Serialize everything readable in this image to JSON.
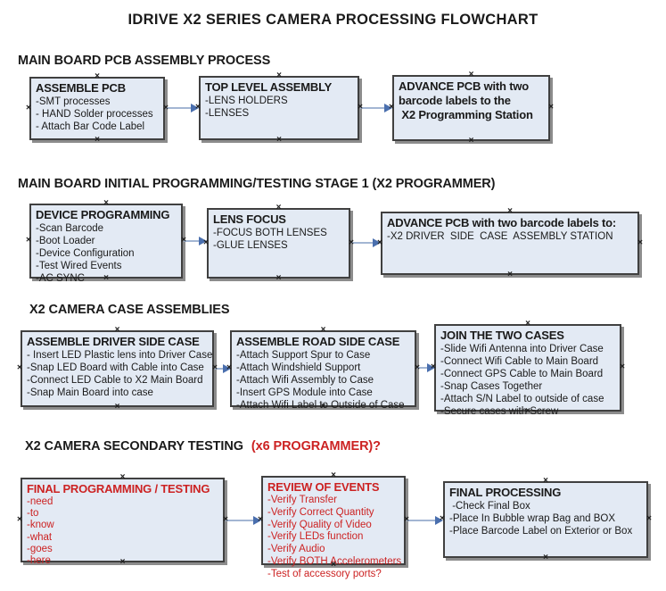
{
  "title": "IDRIVE X2  SERIES CAMERA PROCESSING FLOWCHART",
  "handle_glyph": "×",
  "colors": {
    "box_fill": "#e3eaf4",
    "box_border": "#404040",
    "box_shadow": "#8c8c8c",
    "arrow_line": "#a3b6d3",
    "arrow_head": "#4a6fae",
    "red_text": "#cc2222",
    "text": "#1a1a1a"
  },
  "sections": [
    {
      "heading": "MAIN BOARD PCB ASSEMBLY PROCESS",
      "boxes": [
        {
          "title": "ASSEMBLE PCB",
          "items": [
            "-SMT processes",
            "- HAND Solder processes",
            "- Attach Bar Code Label"
          ]
        },
        {
          "title": "TOP LEVEL ASSEMBLY",
          "items": [
            "-LENS HOLDERS",
            "-LENSES"
          ]
        },
        {
          "title": "ADVANCE PCB with two\nbarcode labels to the\n X2 Programming Station",
          "items": []
        }
      ]
    },
    {
      "heading": "MAIN BOARD INITIAL PROGRAMMING/TESTING STAGE 1 (X2 PROGRAMMER)",
      "boxes": [
        {
          "title": "DEVICE PROGRAMMING",
          "items": [
            "-Scan Barcode",
            "-Boot Loader",
            "-Device Configuration",
            "-Test Wired Events",
            "-AC SYNC"
          ]
        },
        {
          "title": "LENS FOCUS",
          "items": [
            "-FOCUS BOTH LENSES",
            "-GLUE LENSES"
          ]
        },
        {
          "title": "ADVANCE PCB with two barcode labels to:",
          "items": [
            "-X2 DRIVER  SIDE  CASE  ASSEMBLY STATION"
          ]
        }
      ]
    },
    {
      "heading": "X2 CAMERA CASE ASSEMBLIES",
      "boxes": [
        {
          "title": "ASSEMBLE DRIVER SIDE CASE",
          "items": [
            "- Insert LED Plastic lens into Driver Case",
            "-Snap LED Board with Cable into Case",
            "-Connect LED Cable to X2 Main Board",
            "-Snap Main Board into case"
          ]
        },
        {
          "title": "ASSEMBLE ROAD SIDE CASE",
          "items": [
            "-Attach Support Spur to Case",
            "-Attach Windshield Support",
            "-Attach Wifi Assembly to Case",
            "-Insert GPS Module into Case",
            "-Attach Wifi Label to Outside of Case"
          ]
        },
        {
          "title": "JOIN THE TWO CASES",
          "items": [
            "-Slide Wifi Antenna into Driver Case",
            "-Connect Wifi Cable to Main Board",
            "-Connect GPS Cable to Main Board",
            "-Snap Cases Together",
            "-Attach S/N Label to outside of case",
            "-Secure cases with Screw"
          ]
        }
      ]
    },
    {
      "heading": "X2 CAMERA SECONDARY TESTING",
      "heading_red": "(x6 PROGRAMMER)?",
      "boxes": [
        {
          "title": "FINAL PROGRAMMING / TESTING",
          "items": [
            "-need",
            "-to",
            "-know",
            "-what",
            "-goes",
            "-here"
          ]
        },
        {
          "title": "REVIEW OF EVENTS",
          "items": [
            "-Verify Transfer",
            "-Verify Correct Quantity",
            "-Verify Quality of Video",
            "-Verify LEDs function",
            "-Verify Audio",
            "-Verify BOTH Accelerometers",
            "-Test of accessory ports?"
          ]
        },
        {
          "title": "FINAL PROCESSING",
          "items": [
            " -Check Final Box",
            "-Place In Bubble wrap Bag and BOX",
            "-Place Barcode Label on Exterior or Box"
          ]
        }
      ]
    }
  ]
}
